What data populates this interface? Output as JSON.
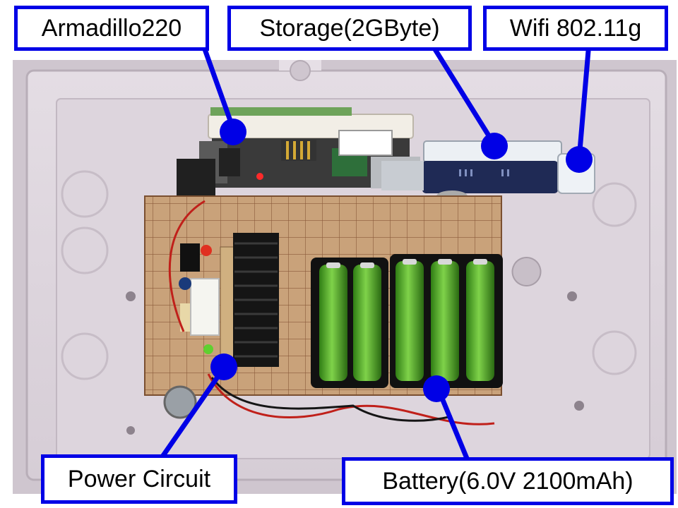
{
  "labels": {
    "armadillo": "Armadillo220",
    "storage": "Storage(2GByte)",
    "wifi": "Wifi 802.11g",
    "power": "Power Circuit",
    "battery": "Battery(6.0V 2100mAh)"
  },
  "colors": {
    "callout": "#0000e6",
    "enclosure": "#e8e0e8",
    "board": "#c9a27a",
    "battery_green": "#4caf2a",
    "heatsink": "#1a1a1a"
  }
}
